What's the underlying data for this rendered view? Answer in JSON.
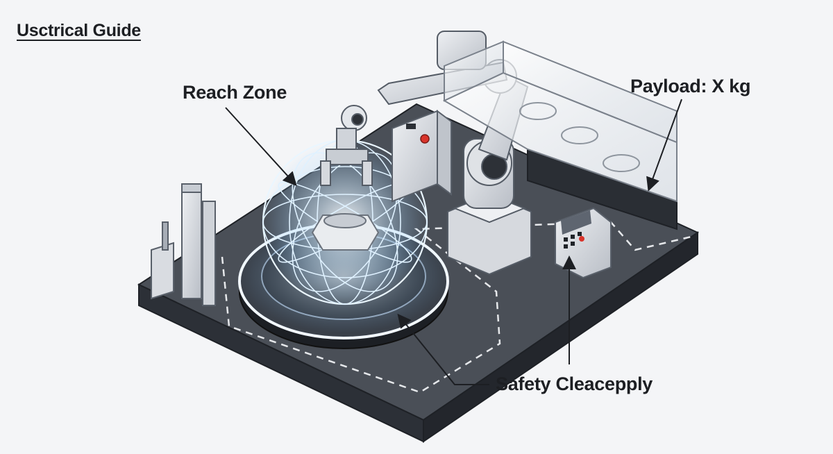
{
  "diagram": {
    "title": "Usctrical Guide",
    "callouts": {
      "reach_zone": "Reach Zone",
      "payload": "Payload: X kg",
      "safety": "Safety Cleacepply"
    }
  },
  "colors": {
    "background": "#f4f5f7",
    "platform_top": "#4a4f57",
    "platform_side": "#2c3037",
    "machine_metal": "#d6d9de",
    "glow": "#9fd4ff",
    "text": "#1d1f23"
  },
  "icons": [
    "robot-arm-icon",
    "reach-sphere-icon",
    "control-panel-icon",
    "enclosure-icon",
    "stop-button-icon"
  ]
}
